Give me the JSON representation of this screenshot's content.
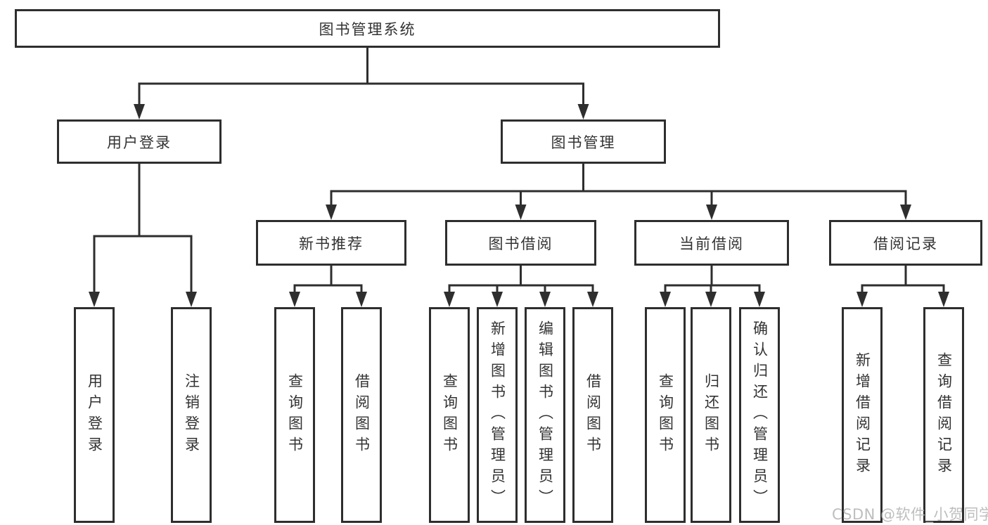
{
  "nodes": {
    "root": {
      "label": "图书管理系统"
    },
    "user_login": {
      "label": "用户登录",
      "children": [
        "用户登录",
        "注销登录"
      ]
    },
    "book_mgmt": {
      "label": "图书管理"
    },
    "new_books": {
      "label": "新书推荐",
      "children": [
        "查询图书",
        "借阅图书"
      ]
    },
    "book_borrow": {
      "label": "图书借阅",
      "children": [
        "查询图书",
        "新增图书（管理员）",
        "编辑图书（管理员）",
        "借阅图书"
      ]
    },
    "current_borrow": {
      "label": "当前借阅",
      "children": [
        "查询图书",
        "归还图书",
        "确认归还（管理员）"
      ]
    },
    "borrow_records": {
      "label": "借阅记录",
      "children": [
        "新增借阅记录",
        "查询借阅记录"
      ]
    }
  },
  "watermark": {
    "text": "CSDN @软件_小贺同学"
  },
  "colors": {
    "line": "#2e2e2e",
    "box_border": "#2e2e2e",
    "text": "#333333",
    "watermark": "#b9b9b9",
    "background": "#ffffff"
  }
}
